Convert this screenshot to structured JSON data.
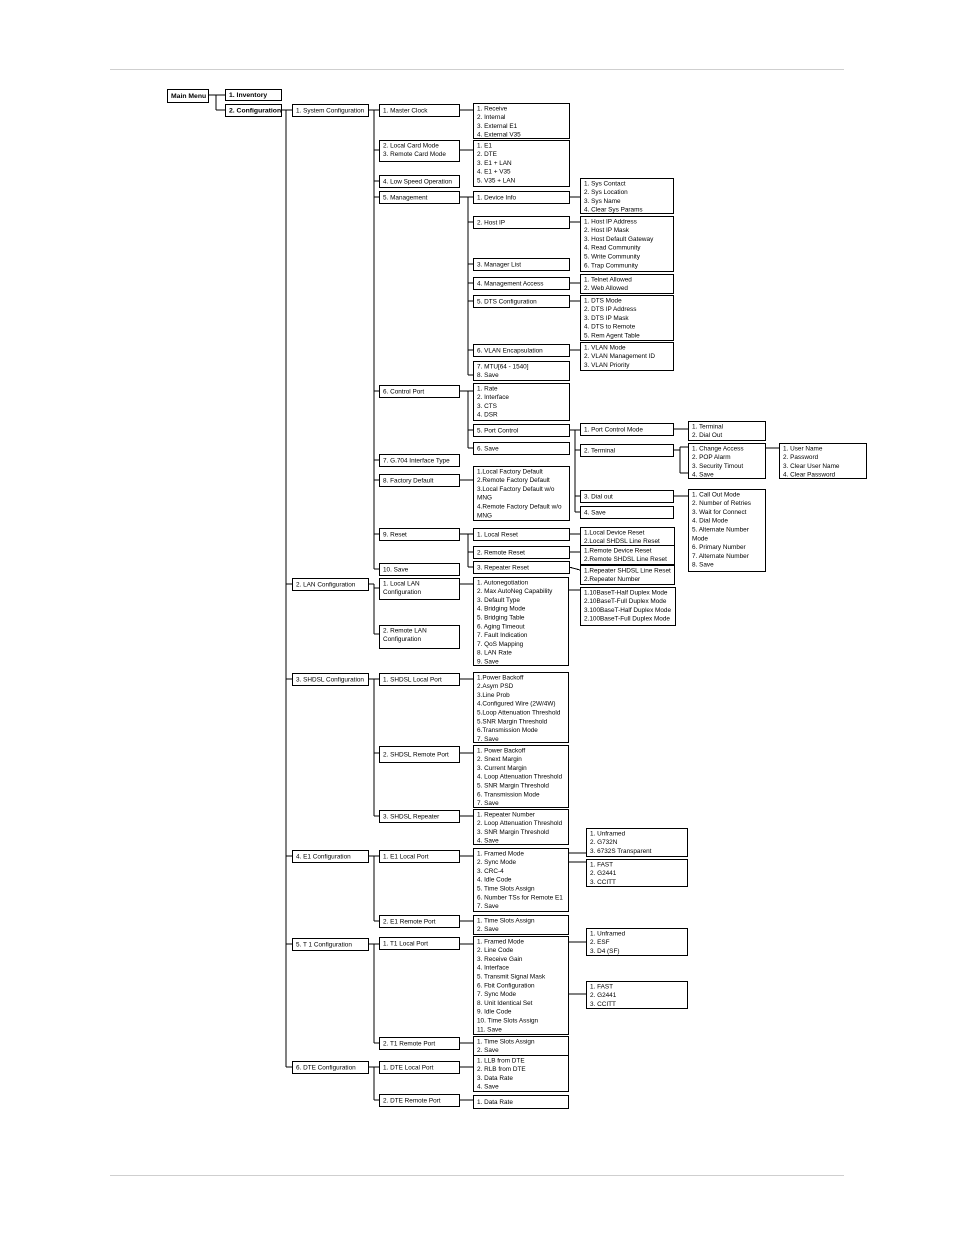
{
  "boxes": [
    {
      "id": "main-menu",
      "lines": [
        "Main Menu"
      ],
      "bold": true
    },
    {
      "id": "inventory",
      "lines": [
        "1. Inventory"
      ],
      "bold": true
    },
    {
      "id": "configuration",
      "lines": [
        "2. Configuration"
      ],
      "bold": true
    },
    {
      "id": "system-configuration",
      "lines": [
        "1.  System Configuration"
      ]
    },
    {
      "id": "lan-configuration",
      "lines": [
        "2.  LAN Configuration"
      ]
    },
    {
      "id": "shdsl-configuration",
      "lines": [
        "3.  SHDSL Configuration"
      ]
    },
    {
      "id": "e1-configuration",
      "lines": [
        "4.  E1 Configuration"
      ]
    },
    {
      "id": "t1-configuration",
      "lines": [
        "5. T 1 Configuration"
      ]
    },
    {
      "id": "dte-configuration",
      "lines": [
        "6.  DTE  Configuration"
      ]
    },
    {
      "id": "master-clock",
      "lines": [
        "1.  Master Clock"
      ]
    },
    {
      "id": "master-clock-options",
      "lines": [
        "1. Receive",
        "2. Internal",
        "3. External E1",
        "4. External V35"
      ]
    },
    {
      "id": "card-mode",
      "lines": [
        "2.  Local Card Mode",
        "3.  Remote Card Mode"
      ]
    },
    {
      "id": "card-mode-options",
      "lines": [
        "1. E1",
        "2. DTE",
        "3. E1 + LAN",
        "4. E1 + V35",
        "5. V35 + LAN"
      ]
    },
    {
      "id": "low-speed-operation",
      "lines": [
        "4.  Low Speed Operation"
      ]
    },
    {
      "id": "management",
      "lines": [
        "5.  Management"
      ]
    },
    {
      "id": "device-info",
      "lines": [
        "1.  Device Info"
      ]
    },
    {
      "id": "device-info-options",
      "lines": [
        "1. Sys Contact",
        "2. Sys Location",
        "3. Sys Name",
        "4. Clear Sys Params"
      ]
    },
    {
      "id": "host-ip",
      "lines": [
        "2.  Host IP"
      ]
    },
    {
      "id": "host-ip-options",
      "lines": [
        "1. Host IP Address",
        "2. Host IP Mask",
        "3. Host Default Gateway",
        "4. Read Community",
        "5. Write Community",
        "6. Trap Community"
      ]
    },
    {
      "id": "manager-list",
      "lines": [
        "3.  Manager List"
      ]
    },
    {
      "id": "management-access",
      "lines": [
        "4.  Management Access"
      ]
    },
    {
      "id": "management-access-options",
      "lines": [
        "1. Telnet Allowed",
        "2. Web Allowed"
      ]
    },
    {
      "id": "dts-configuration",
      "lines": [
        "5.  DTS Configuration"
      ]
    },
    {
      "id": "dts-configuration-options",
      "lines": [
        "1. DTS Mode",
        "2. DTS IP Address",
        "3. DTS IP Mask",
        "4. DTS to Remote",
        "5. Rem Agent Table"
      ]
    },
    {
      "id": "vlan-encapsulation",
      "lines": [
        "6.  VLAN Encapsulation"
      ]
    },
    {
      "id": "vlan-options",
      "lines": [
        "1. VLAN Mode",
        "2. VLAN Management  ID",
        "3. VLAN Priority"
      ]
    },
    {
      "id": "mtu-save",
      "lines": [
        "7. MTU[64 - 1540]",
        "8. Save"
      ]
    },
    {
      "id": "control-port",
      "lines": [
        "6.  Control Port"
      ]
    },
    {
      "id": "control-port-options",
      "lines": [
        "1. Rate",
        "2. Interface",
        "3. CTS",
        "4. DSR"
      ]
    },
    {
      "id": "port-control",
      "lines": [
        "5. Port Control"
      ]
    },
    {
      "id": "control-port-save",
      "lines": [
        "6. Save"
      ]
    },
    {
      "id": "port-control-mode",
      "lines": [
        "1.  Port Control Mode"
      ]
    },
    {
      "id": "port-control-mode-options",
      "lines": [
        "1. Terminal",
        "2. Dial Out"
      ]
    },
    {
      "id": "terminal",
      "lines": [
        "2.  Terminal"
      ]
    },
    {
      "id": "terminal-options",
      "lines": [
        "1. Change Access",
        "2. POP Alarm",
        "3. Security Timout",
        "4. Save"
      ]
    },
    {
      "id": "change-access-options",
      "lines": [
        "1. User Name",
        "2. Password",
        "3. Clear User Name",
        "4. Clear Password"
      ]
    },
    {
      "id": "dial-out",
      "lines": [
        "3.  Dial out"
      ]
    },
    {
      "id": "dial-out-options",
      "lines": [
        "1. Call Out Mode",
        "2. Number of Retries",
        "3. Wait for Connect",
        "4. Dial Mode",
        "5. Alternate Number",
        "Mode",
        "6. Primary Number",
        "7. Alternate Number",
        "8. Save"
      ]
    },
    {
      "id": "port-save",
      "lines": [
        "4.  Save"
      ]
    },
    {
      "id": "g704-interface-type",
      "lines": [
        "7.  G.704 Interface Type"
      ]
    },
    {
      "id": "factory-default",
      "lines": [
        "8.  Factory Default"
      ]
    },
    {
      "id": "factory-default-options",
      "lines": [
        "1.Local Factory Default",
        "2.Remote Factory Default",
        "3.Local Factory Default w/o",
        "   MNG",
        "4.Remote Factory Default w/o",
        "   MNG"
      ]
    },
    {
      "id": "reset",
      "lines": [
        "9.  Reset"
      ]
    },
    {
      "id": "local-reset",
      "lines": [
        "1.  Local Reset"
      ]
    },
    {
      "id": "local-reset-options",
      "lines": [
        "1.Local Device Reset",
        "2.Local SHDSL Line Reset"
      ]
    },
    {
      "id": "remote-reset",
      "lines": [
        "2.  Remote Reset"
      ]
    },
    {
      "id": "remote-reset-options",
      "lines": [
        "1.Remote Device Reset",
        "2.Remote SHDSL Line Reset"
      ]
    },
    {
      "id": "repeater-reset",
      "lines": [
        "3.  Repeater Reset"
      ]
    },
    {
      "id": "repeater-reset-options",
      "lines": [
        "1.Repeater SHDSL Line Reset",
        "2.Repeater Number"
      ]
    },
    {
      "id": "system-save",
      "lines": [
        "10.  Save"
      ]
    },
    {
      "id": "local-lan-configuration",
      "lines": [
        "1.  Local LAN",
        "Configuration"
      ]
    },
    {
      "id": "lan-options",
      "lines": [
        "1. Autonegotiation",
        "2. Max AutoNeg Capability",
        "3. Default Type",
        "4. Bridging Mode",
        "5. Bridging Table",
        "6. Aging Timeout",
        "7. Fault Indication",
        "7. QoS Mapping",
        "8. LAN Rate",
        "9. Save"
      ]
    },
    {
      "id": "autoneg-options",
      "lines": [
        "1.10BaseT-Half Duplex Mode",
        "2.10BaseT-Full Duplex Mode",
        "3.100BaseT-Half Duplex Mode",
        "2.100BaseT-Full Duplex Mode"
      ]
    },
    {
      "id": "remote-lan-configuration",
      "lines": [
        "2.  Remote LAN",
        "    Configuration"
      ]
    },
    {
      "id": "shdsl-local-port",
      "lines": [
        "1.  SHDSL Local Port"
      ]
    },
    {
      "id": "shdsl-local-options",
      "lines": [
        "1.Power Backoff",
        "2.Asym PSD",
        "3.Line Prob",
        "4.Configured Wire (2W/4W)",
        "5.Loop Attenuation Threshold",
        "5.SNR Margin Threshold",
        "6.Transmission Mode",
        "7. Save"
      ]
    },
    {
      "id": "shdsl-remote-port",
      "lines": [
        "2.  SHDSL Remote Port"
      ]
    },
    {
      "id": "shdsl-remote-options",
      "lines": [
        "1. Power Backoff",
        "2. Snext Margin",
        "3. Current Margin",
        "4. Loop Attenuation Threshold",
        "5. SNR Margin Threshold",
        "6. Transmission Mode",
        "7. Save"
      ]
    },
    {
      "id": "shdsl-repeater",
      "lines": [
        "3.  SHDSL Repeater"
      ]
    },
    {
      "id": "shdsl-repeater-options",
      "lines": [
        "1. Repeater Number",
        "2. Loop Attenuation Threshold",
        "3. SNR Margin Threshold",
        "4. Save"
      ]
    },
    {
      "id": "e1-local-port",
      "lines": [
        "1.  E1 Local Port"
      ]
    },
    {
      "id": "e1-local-options",
      "lines": [
        "1. Framed Mode",
        "2. Sync Mode",
        "3. CRC-4",
        "4. Idle Code",
        "5. Time Slots Assign",
        "6. Number TSs for Remote E1",
        "7. Save"
      ]
    },
    {
      "id": "e1-framed-mode-options",
      "lines": [
        "1. Unframed",
        "2. G732N",
        "3. 6732S Transparent"
      ]
    },
    {
      "id": "e1-sync-mode-options",
      "lines": [
        "1. FAST",
        "2. G2441",
        "3. CCITT"
      ]
    },
    {
      "id": "e1-remote-port",
      "lines": [
        "2.  E1 Remote Port"
      ]
    },
    {
      "id": "e1-remote-options",
      "lines": [
        "1. Time Slots Assign",
        "2. Save"
      ]
    },
    {
      "id": "t1-local-port",
      "lines": [
        "1.  T1 Local Port"
      ]
    },
    {
      "id": "t1-local-options",
      "lines": [
        "1. Framed Mode",
        "2. Line Code",
        "3. Receive Gain",
        "4. Interface",
        "5. Transmit Signal Mask",
        "6. Fbit Configuration",
        "7. Sync Mode",
        "8. Unit Identical Set",
        "9. Idle Code",
        "10. Time Slots Assign",
        "11. Save"
      ]
    },
    {
      "id": "t1-framed-mode-options",
      "lines": [
        "1. Unframed",
        "2. ESF",
        "3. D4 (SF)"
      ]
    },
    {
      "id": "t1-sync-mode-options",
      "lines": [
        "1. FAST",
        "2. G2441",
        "3. CCITT"
      ]
    },
    {
      "id": "t1-remote-port",
      "lines": [
        "2.  T1 Remote Port"
      ]
    },
    {
      "id": "t1-remote-options",
      "lines": [
        "1. Time Slots Assign",
        "2. Save"
      ]
    },
    {
      "id": "dte-local-port",
      "lines": [
        "1.  DTE Local Port"
      ]
    },
    {
      "id": "dte-local-options",
      "lines": [
        "1. LLB from DTE",
        "2. RLB from DTE",
        "3. Data Rate",
        "4. Save"
      ]
    },
    {
      "id": "dte-remote-port",
      "lines": [
        "2.  DTE Remote Port"
      ]
    },
    {
      "id": "dte-remote-options",
      "lines": [
        "1. Data Rate"
      ]
    }
  ]
}
